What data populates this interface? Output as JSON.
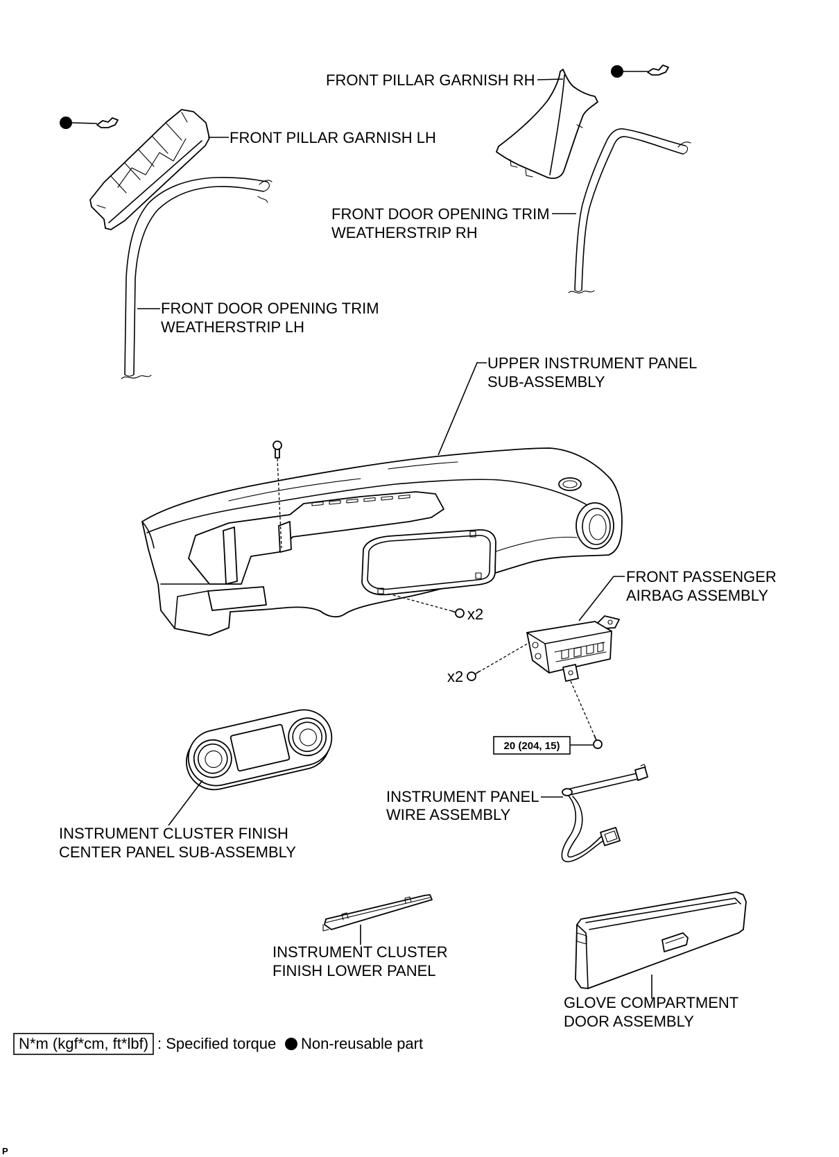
{
  "figure": {
    "labels": {
      "front_pillar_garnish_rh": "FRONT PILLAR GARNISH RH",
      "front_pillar_garnish_lh": "FRONT PILLAR GARNISH LH",
      "front_door_weatherstrip_rh": [
        "FRONT DOOR OPENING TRIM",
        "WEATHERSTRIP RH"
      ],
      "front_door_weatherstrip_lh": [
        "FRONT DOOR OPENING TRIM",
        "WEATHERSTRIP LH"
      ],
      "upper_instrument_panel": [
        "UPPER INSTRUMENT PANEL",
        "SUB-ASSEMBLY"
      ],
      "front_passenger_airbag": [
        "FRONT PASSENGER",
        "AIRBAG ASSEMBLY"
      ],
      "instrument_panel_wire": [
        "INSTRUMENT PANEL",
        "WIRE ASSEMBLY"
      ],
      "cluster_finish_center_panel": [
        "INSTRUMENT CLUSTER FINISH",
        "CENTER PANEL SUB-ASSEMBLY"
      ],
      "cluster_finish_lower_panel": [
        "INSTRUMENT CLUSTER",
        "FINISH LOWER PANEL"
      ],
      "glove_compartment_door": [
        "GLOVE COMPARTMENT",
        "DOOR ASSEMBLY"
      ]
    },
    "quantities": {
      "panel_screws": "x2",
      "airbag_screws": "x2"
    },
    "torque_specs": {
      "airbag_bolt": "20 (204, 15)"
    }
  },
  "legend": {
    "torque_units": "N*m (kgf*cm, ft*lbf)",
    "torque_description": ": Specified torque",
    "non_reusable_description": "Non-reusable part"
  },
  "corner_mark": "P",
  "icons": {
    "non_reusable_marker": "filled-circle-icon",
    "clip": "clip-icon",
    "bolt": "bolt-icon",
    "screw": "screw-icon"
  },
  "colors": {
    "ink": "#000000",
    "paper": "#ffffff"
  }
}
